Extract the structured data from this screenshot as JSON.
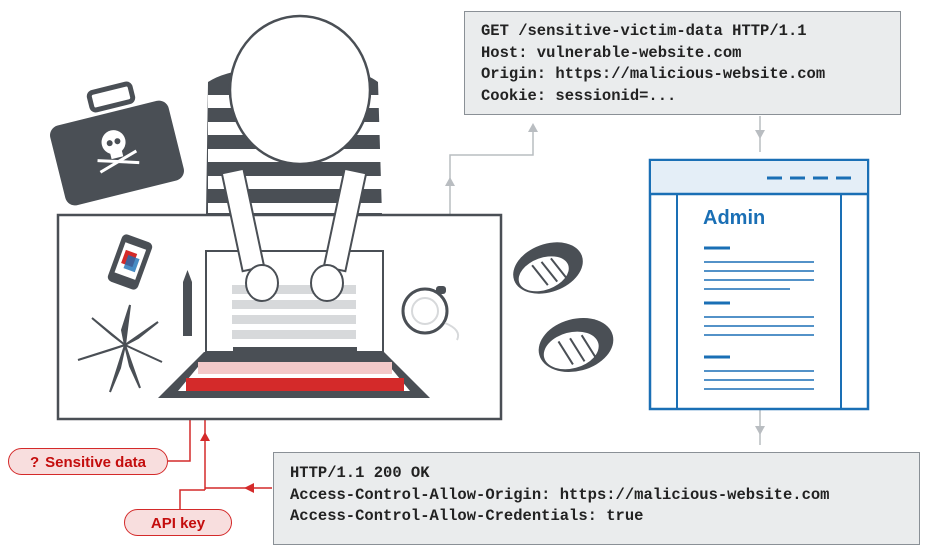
{
  "request": {
    "lines": [
      "GET /sensitive-victim-data HTTP/1.1",
      "Host: vulnerable-website.com",
      "Origin: https://malicious-website.com",
      "Cookie: sessionid=..."
    ]
  },
  "response": {
    "lines": [
      "HTTP/1.1 200 OK",
      "Access-Control-Allow-Origin: https://malicious-website.com",
      "Access-Control-Allow-Credentials: true"
    ]
  },
  "admin_page": {
    "title": "Admin"
  },
  "leaks": {
    "sensitive_label": "Sensitive data",
    "sensitive_icon_text": "?",
    "api_key_label": "API key"
  },
  "colors": {
    "accent_red": "#d42a2a",
    "accent_blue": "#1a6fb5",
    "dark_gray": "#4a4f55",
    "line_gray": "#b9bdc1"
  },
  "icons": [
    "briefcase-icon",
    "skull-crossbones-icon",
    "phone-icon",
    "pen-icon",
    "plant-icon",
    "coffee-cup-icon",
    "sneaker-icon",
    "laptop-icon",
    "person-icon"
  ]
}
